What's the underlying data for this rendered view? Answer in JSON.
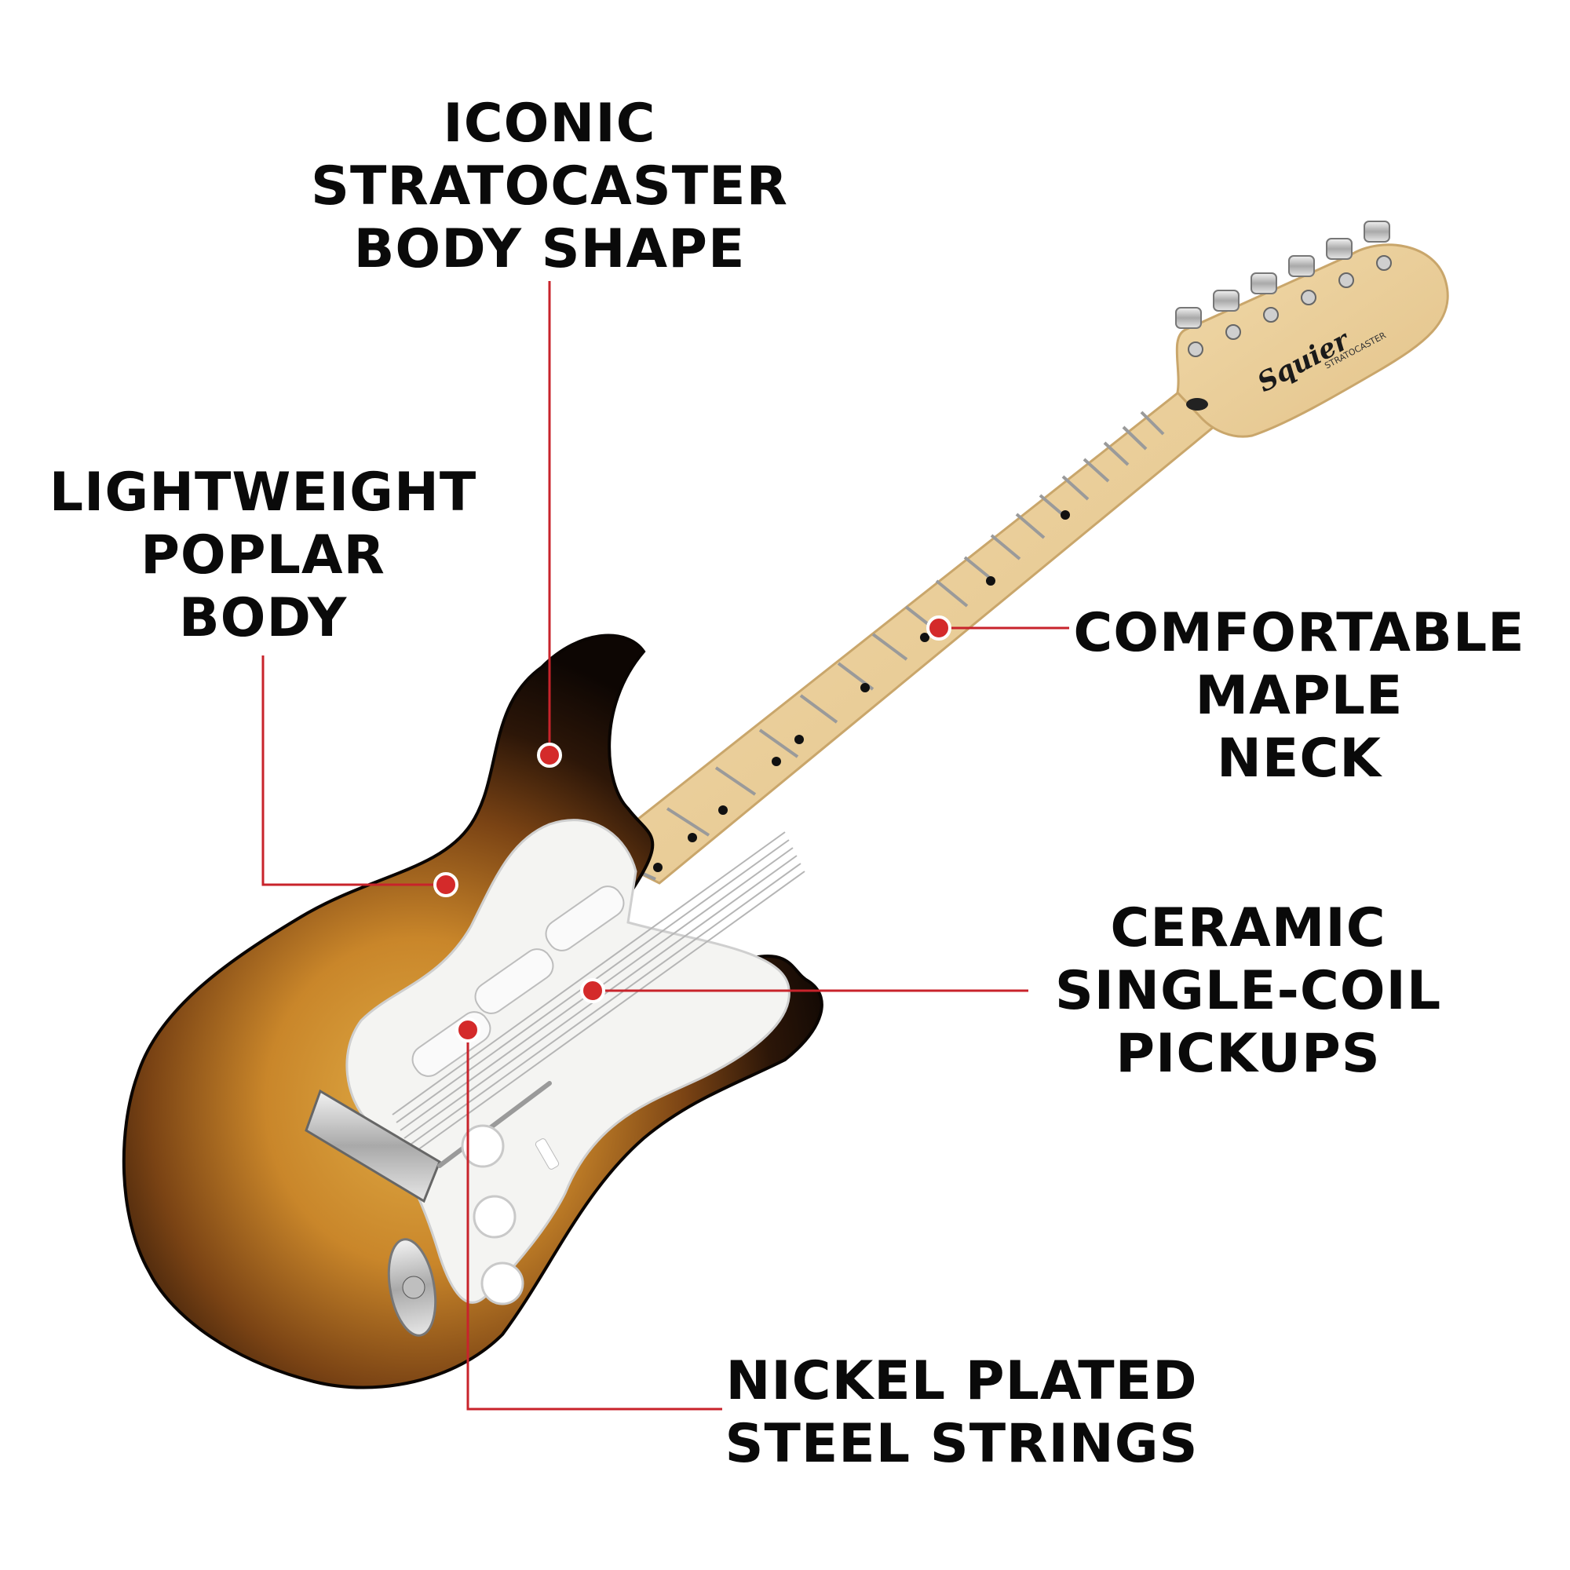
{
  "product": {
    "headstock_logo": "Squier",
    "headstock_model": "STRATOCASTER"
  },
  "callouts": [
    {
      "id": "body-shape",
      "lines": [
        "ICONIC",
        "STRATOCASTER",
        "BODY SHAPE"
      ]
    },
    {
      "id": "poplar-body",
      "lines": [
        "LIGHTWEIGHT",
        "POPLAR",
        "BODY"
      ]
    },
    {
      "id": "maple-neck",
      "lines": [
        "COMFORTABLE",
        "MAPLE",
        "NECK"
      ]
    },
    {
      "id": "pickups",
      "lines": [
        "CERAMIC",
        "SINGLE-COIL",
        "PICKUPS"
      ]
    },
    {
      "id": "strings",
      "lines": [
        "NICKEL PLATED",
        "STEEL STRINGS"
      ]
    }
  ],
  "colors": {
    "leader_line": "#c8232b",
    "marker_dot": "#d42a2a",
    "label_text": "#0a0a0a",
    "body_sunburst_center": "#d9a13a",
    "body_sunburst_edge": "#140a05",
    "pickguard": "#f4f4f2",
    "maple": "#e9cf9a"
  }
}
